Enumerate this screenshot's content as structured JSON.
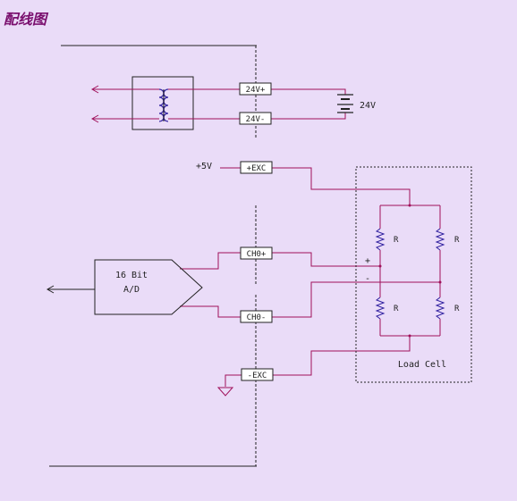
{
  "title": "配线图",
  "colors": {
    "background": "#eadcf8",
    "wire": "#a0105a",
    "line": "#222222",
    "coil": "#3020a0",
    "title": "#7a0f6e",
    "terminal_fill": "#ffffff"
  },
  "terminals": {
    "v24_plus": "24V+",
    "v24_minus": "24V-",
    "exc_plus": "+EXC",
    "ch0_plus": "CH0+",
    "ch0_minus": "CH0-",
    "exc_minus": "-EXC"
  },
  "labels": {
    "supply_24v": "24V",
    "supply_5v": "+5V",
    "adc_line1": "16 Bit",
    "adc_line2": "A/D",
    "load_cell": "Load Cell",
    "signal_plus": "+",
    "signal_minus": "-",
    "resistor": "R"
  },
  "icons": {
    "transformer": "transformer-icon",
    "battery": "battery-icon",
    "ground": "ground-icon",
    "resistor": "resistor-icon",
    "arrow": "arrow-left-icon"
  }
}
